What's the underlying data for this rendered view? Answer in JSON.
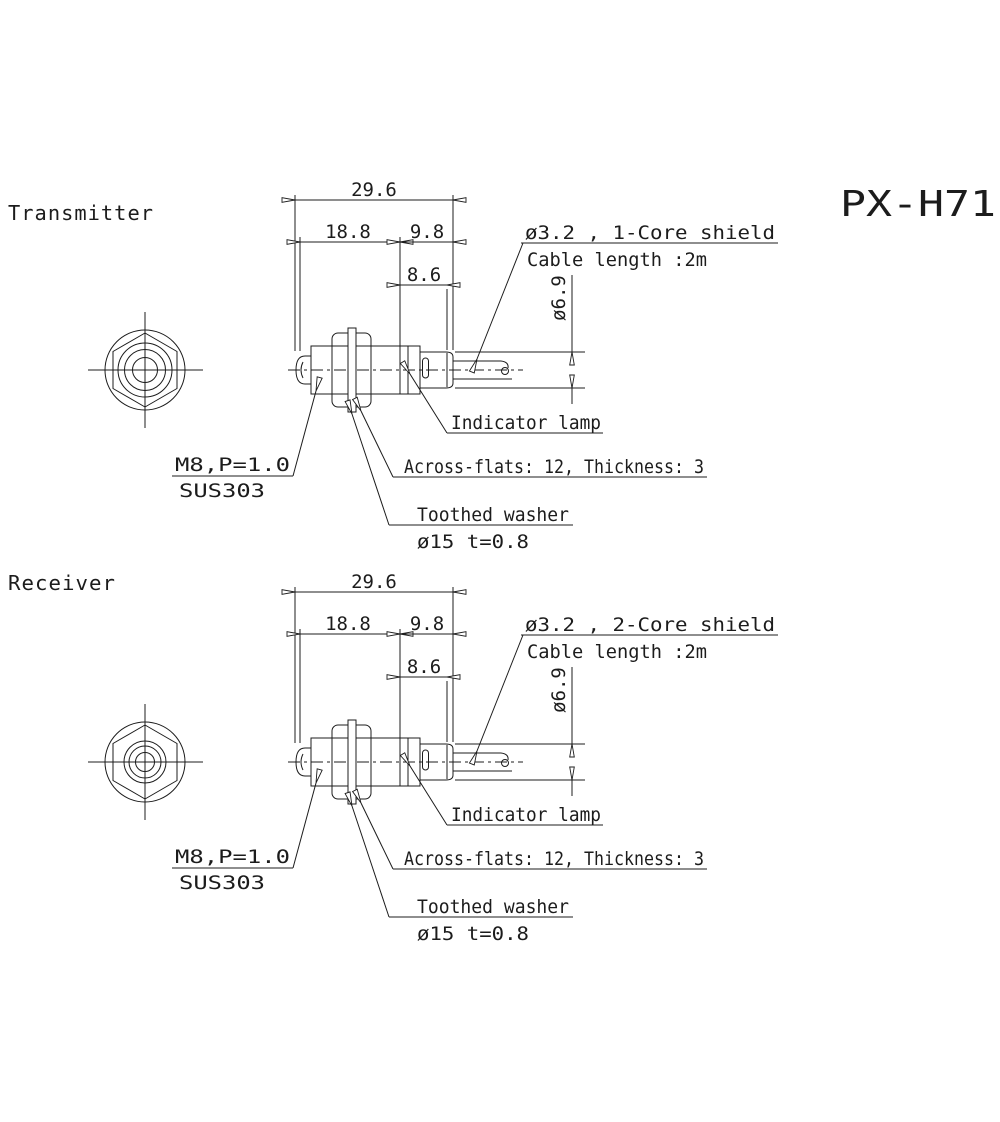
{
  "title": "PX-H71",
  "units": [
    {
      "name": "Transmitter",
      "dims": {
        "overall": "29.6",
        "body": "18.8",
        "head": "9.8",
        "head_face": "8.6",
        "head_dia": "ø6.9"
      },
      "cable_spec": "ø3.2 , 1-Core shield",
      "cable_length": "Cable length :2m",
      "indicator": "Indicator lamp",
      "thread": "M8,P=1.0",
      "material": "SUS303",
      "nut_spec": "Across-flats: 12, Thickness: 3",
      "washer": "Toothed washer",
      "washer_spec": "ø15 t=0.8"
    },
    {
      "name": "Receiver",
      "dims": {
        "overall": "29.6",
        "body": "18.8",
        "head": "9.8",
        "head_face": "8.6",
        "head_dia": "ø6.9"
      },
      "cable_spec": "ø3.2 , 2-Core shield",
      "cable_length": "Cable length :2m",
      "indicator": "Indicator lamp",
      "thread": "M8,P=1.0",
      "material": "SUS303",
      "nut_spec": "Across-flats: 12, Thickness: 3",
      "washer": "Toothed washer",
      "washer_spec": "ø15 t=0.8"
    }
  ]
}
